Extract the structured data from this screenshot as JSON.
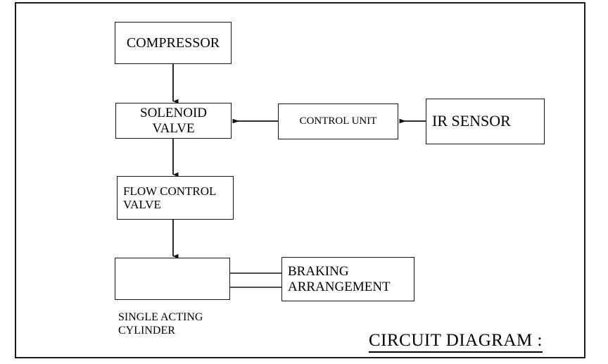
{
  "diagram": {
    "title": "CIRCUIT DIAGRAM :",
    "border_color": "#1a1a1a",
    "line_color": "#141414",
    "background": "#ffffff",
    "nodes": [
      {
        "id": "compressor",
        "label": "COMPRESSOR"
      },
      {
        "id": "solenoid_valve",
        "label": "SOLENOID\nVALVE"
      },
      {
        "id": "flow_control_valve",
        "label": "FLOW CONTROL\nVALVE"
      },
      {
        "id": "control_unit",
        "label": "CONTROL UNIT"
      },
      {
        "id": "ir_sensor",
        "label": "IR SENSOR"
      },
      {
        "id": "braking_arrangement",
        "label": "BRAKING\nARRANGEMENT"
      },
      {
        "id": "single_acting_cylinder",
        "label": "SINGLE ACTING\nCYLINDER"
      }
    ],
    "connections": [
      {
        "from": "compressor",
        "to": "solenoid_valve",
        "arrow": "down"
      },
      {
        "from": "solenoid_valve",
        "to": "flow_control_valve",
        "arrow": "down"
      },
      {
        "from": "flow_control_valve",
        "to": "single_acting_cylinder",
        "arrow": "down"
      },
      {
        "from": "control_unit",
        "to": "solenoid_valve",
        "arrow": "left"
      },
      {
        "from": "ir_sensor",
        "to": "control_unit",
        "arrow": "left"
      },
      {
        "from": "single_acting_cylinder",
        "to": "braking_arrangement",
        "arrow": "none"
      }
    ]
  }
}
